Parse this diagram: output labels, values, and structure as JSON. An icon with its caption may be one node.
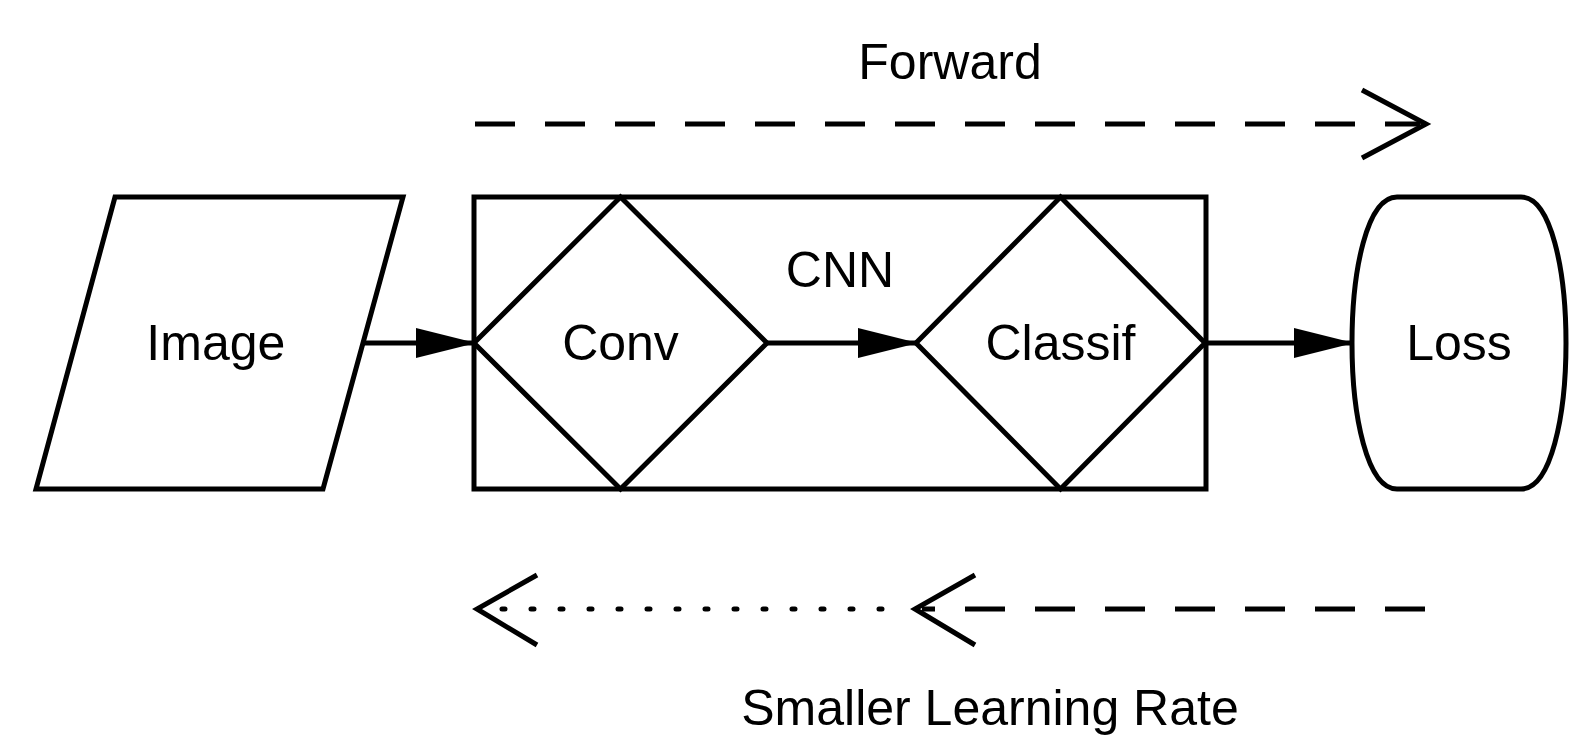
{
  "diagram": {
    "nodes": [
      {
        "text": [
          "Image"
        ]
      },
      {
        "text": [
          "CNN"
        ]
      },
      {
        "text": [
          "Conv"
        ],
        "in": 1
      },
      {
        "text": [
          "Classif"
        ],
        "in": 1
      },
      {
        "text": [
          "Loss"
        ]
      }
    ],
    "edges": [
      {
        "from": 0,
        "to": 2,
        "arrow": "to"
      },
      {
        "from": 2,
        "to": 3,
        "arrow": "to"
      },
      {
        "from": 3,
        "to": 4,
        "arrow": "to"
      }
    ],
    "labels": [
      "Forward",
      "Smaller Learning Rate"
    ]
  }
}
